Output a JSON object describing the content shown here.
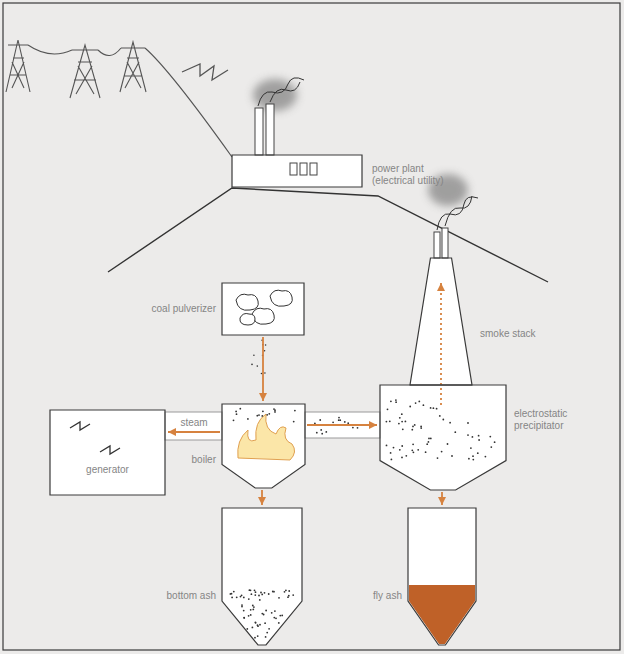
{
  "diagram": {
    "nodes": [
      {
        "text": [
          "power plant (electrical utility)"
        ]
      },
      {
        "text": [
          "coal pulverizer"
        ]
      },
      {
        "text": [
          "generator"
        ]
      },
      {
        "text": [
          "boiler"
        ]
      },
      {
        "text": [
          "electrostatic precipitator"
        ]
      },
      {
        "text": [
          "smoke stack"
        ]
      },
      {
        "text": [
          "bottom ash"
        ]
      },
      {
        "text": [
          "fly ash"
        ]
      }
    ],
    "edges": [
      {
        "from": 1,
        "to": 3,
        "arrow": "to"
      },
      {
        "from": 3,
        "to": 2,
        "label": "steam",
        "arrow": "to"
      },
      {
        "from": 3,
        "to": 4,
        "arrow": "to"
      },
      {
        "from": 4,
        "to": 5,
        "arrow": "to"
      },
      {
        "from": 3,
        "to": 6,
        "arrow": "to"
      },
      {
        "from": 4,
        "to": 7,
        "arrow": "to"
      }
    ]
  }
}
